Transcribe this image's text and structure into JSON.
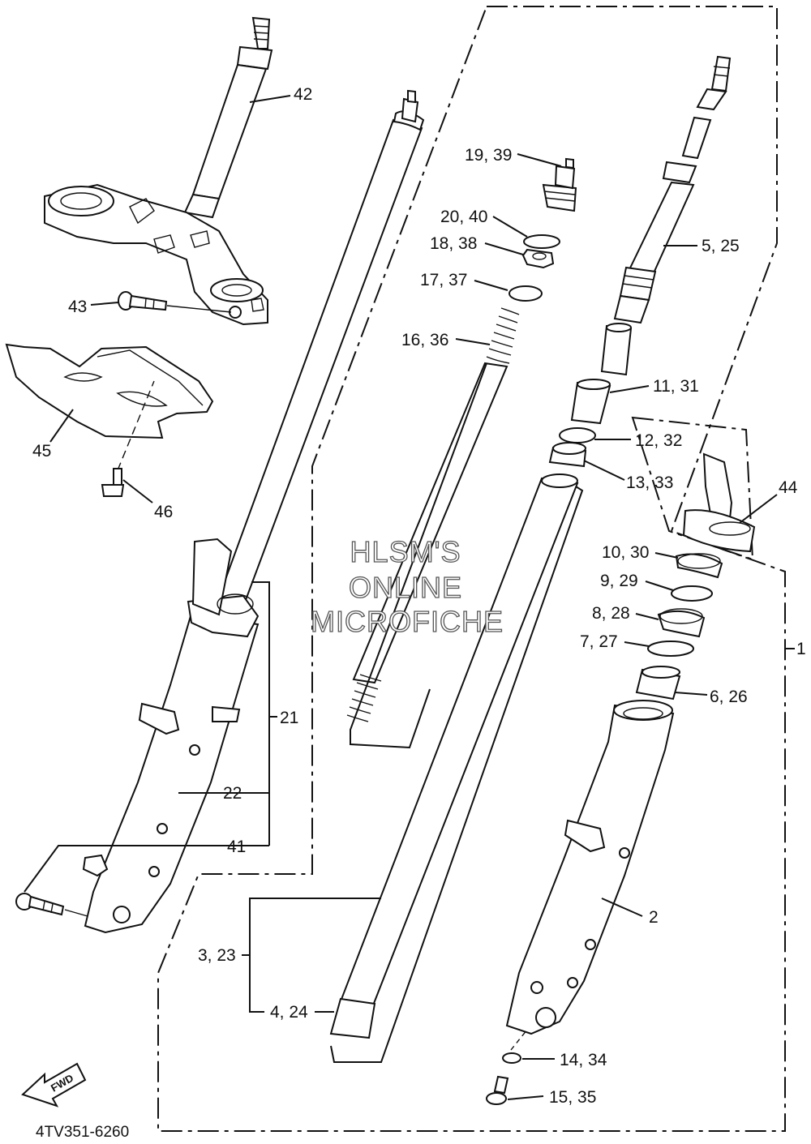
{
  "callouts": {
    "c42": "42",
    "c43": "43",
    "c45": "45",
    "c46": "46",
    "c21": "21",
    "c22": "22",
    "c41": "41",
    "c19_39": "19, 39",
    "c20_40": "20, 40",
    "c18_38": "18, 38",
    "c17_37": "17, 37",
    "c16_36": "16, 36",
    "c5_25": "5, 25",
    "c11_31": "11, 31",
    "c12_32": "12, 32",
    "c13_33": "13, 33",
    "c44": "44",
    "c10_30": "10, 30",
    "c9_29": "9, 29",
    "c8_28": "8, 28",
    "c7_27": "7, 27",
    "c6_26": "6, 26",
    "c1": "1",
    "c2": "2",
    "c3_23": "3, 23",
    "c4_24": "4, 24",
    "c14_34": "14, 34",
    "c15_35": "15, 35"
  },
  "watermark": {
    "line1": "HLSM'S",
    "line2": "ONLINE",
    "line3": "MICROFICHE"
  },
  "fwd_label": "FWD",
  "diagram_code": "4TV351-6260"
}
